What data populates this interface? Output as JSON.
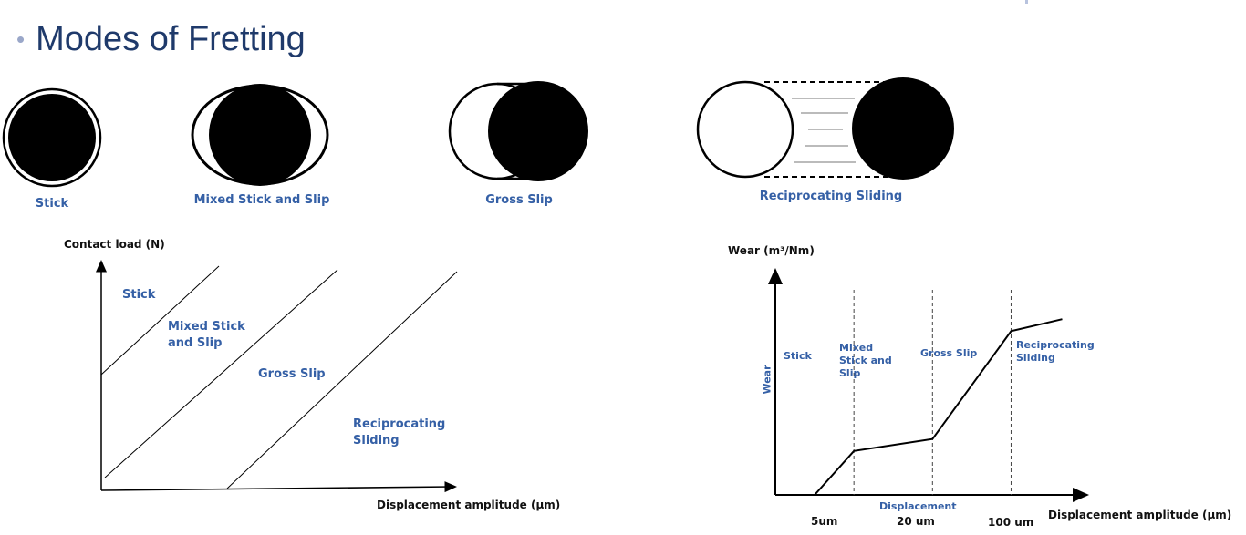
{
  "slide": {
    "title": "Modes of Fretting",
    "bullet": "•"
  },
  "modes": [
    {
      "label": "Stick"
    },
    {
      "label": "Mixed Stick and Slip"
    },
    {
      "label": "Gross Slip"
    },
    {
      "label": "Reciprocating Sliding"
    }
  ],
  "load_map": {
    "ylabel": "Contact load (N)",
    "xlabel": "Displacement amplitude (µm)",
    "regions": {
      "stick": "Stick",
      "mixed_1": "Mixed Stick",
      "mixed_2": "and Slip",
      "gross": "Gross Slip",
      "recip_1": "Reciprocating",
      "recip_2": "Sliding"
    }
  },
  "chart_data": {
    "type": "line",
    "title": "",
    "ylabel": "Wear (m³/Nm)",
    "y_axis_inner_label": "Wear",
    "xlabel": "Displacement amplitude (µm)",
    "x_axis_inner_label": "Displacement",
    "x_ticks": [
      "5um",
      "20 um",
      "100 um"
    ],
    "regions": [
      "Stick",
      "Mixed Stick and Slip",
      "Gross Slip",
      "Reciprocating Sliding"
    ],
    "series": [
      {
        "points": [
          [
            0.5,
            0
          ],
          [
            1,
            0.22
          ],
          [
            2,
            0.28
          ],
          [
            3,
            0.82
          ],
          [
            3.65,
            0.88
          ]
        ]
      }
    ],
    "x_positions": {
      "5um": 1,
      "20 um": 2,
      "100 um": 3
    },
    "xlim": [
      0,
      3.9
    ],
    "ylim": [
      0,
      1.1
    ],
    "grid": false
  }
}
